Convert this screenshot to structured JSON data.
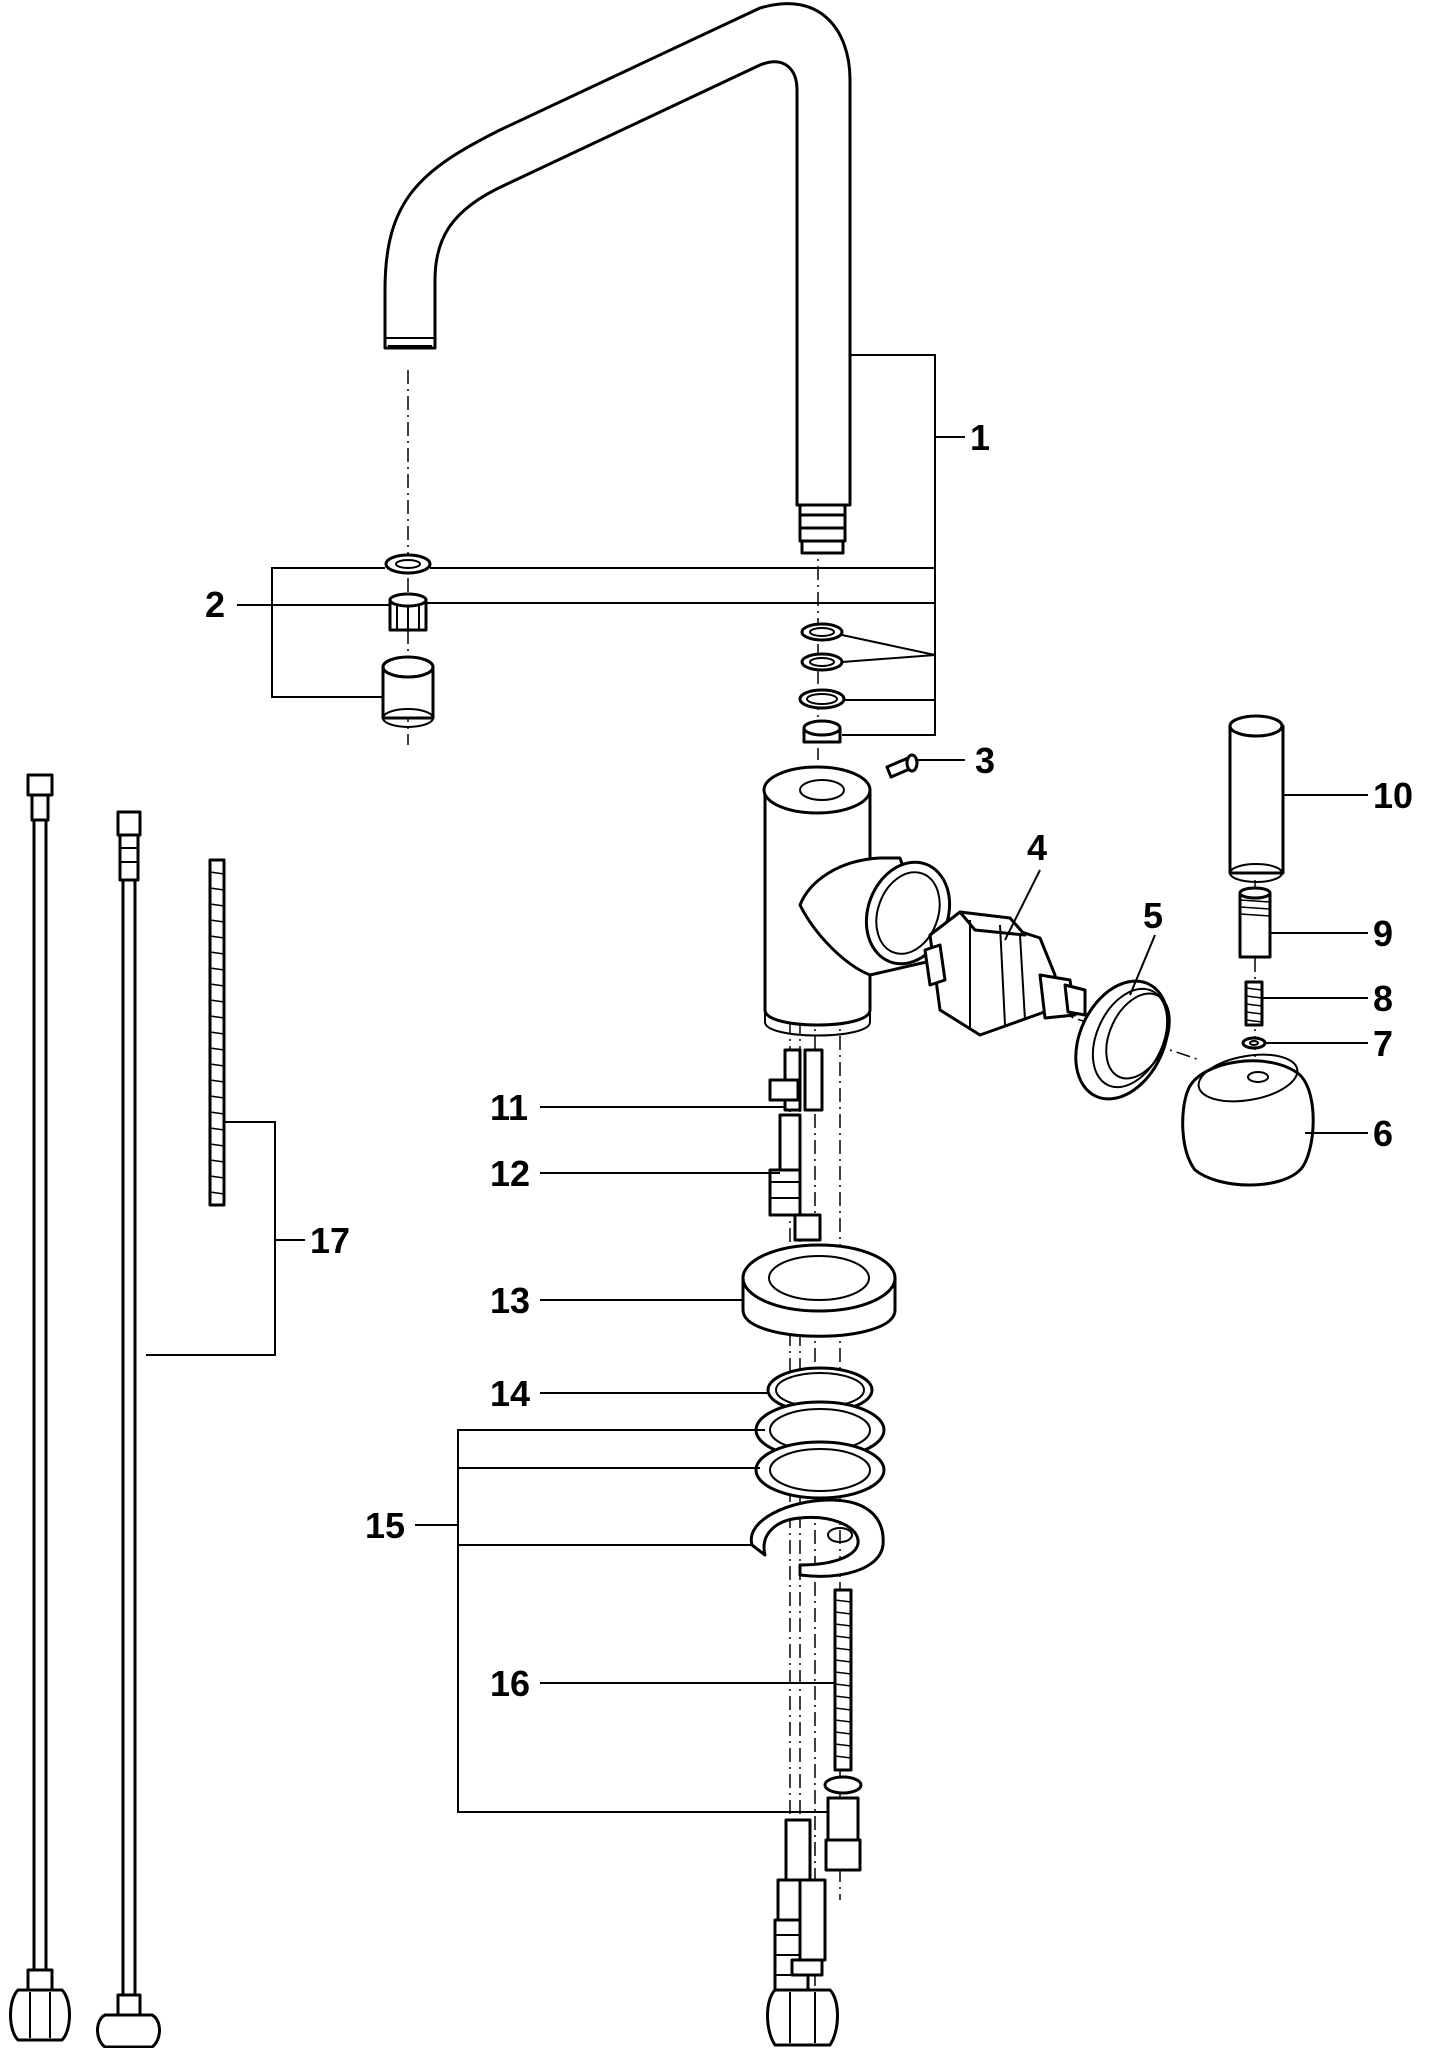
{
  "diagram": {
    "callouts": [
      {
        "id": "1",
        "text": "1"
      },
      {
        "id": "2",
        "text": "2"
      },
      {
        "id": "3",
        "text": "3"
      },
      {
        "id": "4",
        "text": "4"
      },
      {
        "id": "5",
        "text": "5"
      },
      {
        "id": "6",
        "text": "6"
      },
      {
        "id": "7",
        "text": "7"
      },
      {
        "id": "8",
        "text": "8"
      },
      {
        "id": "9",
        "text": "9"
      },
      {
        "id": "10",
        "text": "10"
      },
      {
        "id": "11",
        "text": "11"
      },
      {
        "id": "12",
        "text": "12"
      },
      {
        "id": "13",
        "text": "13"
      },
      {
        "id": "14",
        "text": "14"
      },
      {
        "id": "15",
        "text": "15"
      },
      {
        "id": "16",
        "text": "16"
      },
      {
        "id": "17",
        "text": "17"
      }
    ],
    "colors": {
      "line": "#000000",
      "background": "#ffffff"
    }
  }
}
